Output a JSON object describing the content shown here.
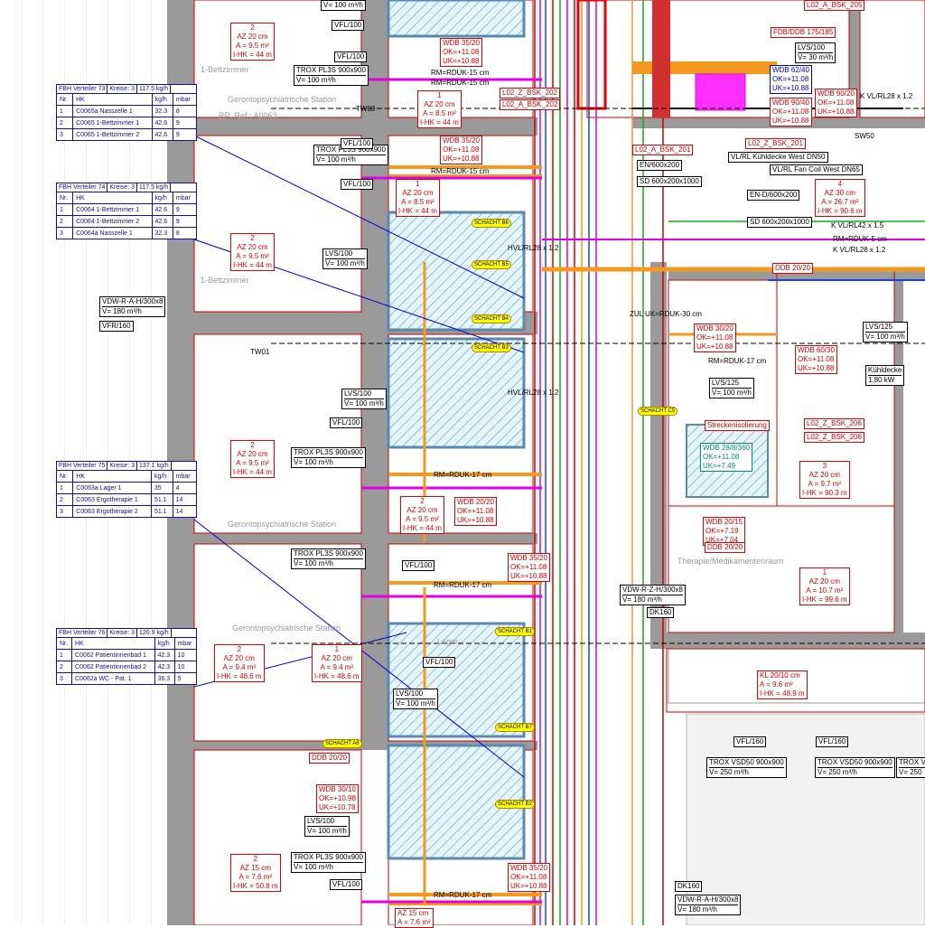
{
  "drawing_type": "HVAC floor plan",
  "colors": {
    "wall": "#9a9a9a",
    "room": "#d00000",
    "pipe_orange": "#f39a1e",
    "pipe_magenta": "#e000e0",
    "pipe_blue": "#1040ff",
    "pipe_green": "#10b010",
    "shaft_hatch": "#30a0d0",
    "table": "#1010a0"
  },
  "fbh_tables": [
    {
      "title": "FBH Verteiler 73",
      "circuits": "Kreise: 3",
      "flow": "117.5 kg/h",
      "headers": [
        "Nr.",
        "HK",
        "kg/h",
        "mbar"
      ],
      "rows": [
        [
          "1",
          "C0065a  Nasszelle 1",
          "32.3",
          "8"
        ],
        [
          "2",
          "C0065  1-Bettzimmer 1",
          "42.6",
          "9"
        ],
        [
          "3",
          "C0065  1-Bettzimmer 2",
          "42.6",
          "9"
        ]
      ]
    },
    {
      "title": "FBH Verteiler 74",
      "circuits": "Kreise: 3",
      "flow": "117.5 kg/h",
      "headers": [
        "Nr.",
        "HK",
        "kg/h",
        "mbar"
      ],
      "rows": [
        [
          "1",
          "C0064  1-Bettzimmer 1",
          "42.6",
          "9"
        ],
        [
          "2",
          "C0064  1-Bettzimmer 2",
          "42.6",
          "9"
        ],
        [
          "3",
          "C0064a  Nasszelle 1",
          "32.3",
          "8"
        ]
      ]
    },
    {
      "title": "FBH Verteiler 75",
      "circuits": "Kreise: 3",
      "flow": "137.1 kg/h",
      "headers": [
        "Nr.",
        "HK",
        "kg/h",
        "mbar"
      ],
      "rows": [
        [
          "1",
          "C0063a  Lager 1",
          "35",
          "4"
        ],
        [
          "2",
          "C0063  Ergotherapie 1",
          "51.1",
          "14"
        ],
        [
          "3",
          "C0063  Ergotherapie 2",
          "51.1",
          "14"
        ]
      ]
    },
    {
      "title": "FBH Verteiler 76",
      "circuits": "Kreise: 3",
      "flow": "120.9 kg/h",
      "headers": [
        "Nr.",
        "HK",
        "kg/h",
        "mbar"
      ],
      "rows": [
        [
          "1",
          "C0062  Patientinnenbad 1",
          "42.3",
          "10"
        ],
        [
          "2",
          "C0062  Patientinnenbad 2",
          "42.3",
          "10"
        ],
        [
          "3",
          "C0062a  WC - Pat. 1",
          "36.3",
          "5"
        ]
      ]
    }
  ],
  "labels": [
    {
      "kind": "black",
      "lines": [
        "V= 100 m³/h"
      ]
    },
    {
      "kind": "black",
      "lines": [
        "VFL/100"
      ]
    },
    {
      "kind": "black",
      "lines": [
        "TROX PL3S 900x900",
        "V= 100 m³/h"
      ]
    },
    {
      "kind": "black",
      "lines": [
        "VFL/100"
      ]
    },
    {
      "kind": "black",
      "lines": [
        "TROX PL3S 900x900",
        "V= 100 m³/h"
      ]
    },
    {
      "kind": "black",
      "lines": [
        "VFL/100"
      ]
    },
    {
      "kind": "black",
      "lines": [
        "VFL/100"
      ]
    },
    {
      "kind": "red",
      "lines": [
        "2",
        "AZ 20 cm",
        "A = 9.5 m²",
        "I-HK = 44 m"
      ]
    },
    {
      "kind": "red",
      "lines": [
        "WDB 35/20",
        "OK=+11.08",
        "UK=+10.88"
      ]
    },
    {
      "kind": "plain",
      "lines": [
        "RM=RDUK-15 cm"
      ]
    },
    {
      "kind": "plain",
      "lines": [
        "RM=RDUK-15 cm"
      ]
    },
    {
      "kind": "red",
      "lines": [
        "1",
        "AZ 20 cm",
        "A = 8.5 m²",
        "I-HK = 44 m"
      ]
    },
    {
      "kind": "red",
      "lines": [
        "L02_Z_BSK_202"
      ]
    },
    {
      "kind": "red",
      "lines": [
        "L02_A_BSK_202"
      ]
    },
    {
      "kind": "red",
      "lines": [
        "WDB 35/20",
        "OK=+11.08",
        "UK=+10.88"
      ]
    },
    {
      "kind": "plain",
      "lines": [
        "RM=RDUK-15 cm"
      ]
    },
    {
      "kind": "red",
      "lines": [
        "1",
        "AZ 20 cm",
        "A = 8.5 m²",
        "I-HK = 44 m"
      ]
    },
    {
      "kind": "red",
      "lines": [
        "2",
        "AZ 20 cm",
        "A = 9.5 m²",
        "I-HK = 44 m"
      ]
    },
    {
      "kind": "black",
      "lines": [
        "LVS/100",
        "V= 100 m³/h"
      ]
    },
    {
      "kind": "black",
      "lines": [
        "VDW-R-A-H/300x8",
        "V= 180 m³/h"
      ]
    },
    {
      "kind": "black",
      "lines": [
        "VFR/160"
      ]
    },
    {
      "kind": "black",
      "lines": [
        "LVS/100",
        "V= 100 m³/h"
      ]
    },
    {
      "kind": "black",
      "lines": [
        "VFL/100"
      ]
    },
    {
      "kind": "black",
      "lines": [
        "TROX PL3S 900x900",
        "V= 100 m³/h"
      ]
    },
    {
      "kind": "red",
      "lines": [
        "2",
        "AZ 20 cm",
        "A = 9.5 m²",
        "I-HK = 44 m"
      ]
    },
    {
      "kind": "red",
      "lines": [
        "2",
        "AZ 20 cm",
        "A = 9.5 m²",
        "I-HK = 44 m"
      ]
    },
    {
      "kind": "red",
      "lines": [
        "WDB 20/20",
        "OK=+11.08",
        "UK=+10.88"
      ]
    },
    {
      "kind": "plain",
      "lines": [
        "RM=RDUK-17 cm"
      ]
    },
    {
      "kind": "black",
      "lines": [
        "TROX PL3S 900x900",
        "V= 100 m³/h"
      ]
    },
    {
      "kind": "black",
      "lines": [
        "VFL/100"
      ]
    },
    {
      "kind": "plain",
      "lines": [
        "RM=RDUK-17 cm"
      ]
    },
    {
      "kind": "red",
      "lines": [
        "WDB 35/20",
        "OK=+11.08",
        "UK=+10.88"
      ]
    },
    {
      "kind": "red",
      "lines": [
        "2",
        "AZ 20 cm",
        "A = 9.4 m²",
        "I-HK = 48.6 m"
      ]
    },
    {
      "kind": "red",
      "lines": [
        "1",
        "AZ 20 cm",
        "A = 9.4 m²",
        "I-HK = 48.6 m"
      ]
    },
    {
      "kind": "black",
      "lines": [
        "VFL/100"
      ]
    },
    {
      "kind": "black",
      "lines": [
        "LVS/100",
        "V= 100 m³/h"
      ]
    },
    {
      "kind": "yellow",
      "lines": [
        "SCHACHT A6"
      ]
    },
    {
      "kind": "red",
      "lines": [
        "DDB 20/20"
      ]
    },
    {
      "kind": "red",
      "lines": [
        "WDB 30/10",
        "OK=+10.98",
        "UK=+10.78"
      ]
    },
    {
      "kind": "black",
      "lines": [
        "LVS/100",
        "V= 100 m³/h"
      ]
    },
    {
      "kind": "black",
      "lines": [
        "TROX PL3S 900x900",
        "V= 100 m³/h"
      ]
    },
    {
      "kind": "red",
      "lines": [
        "2",
        "AZ 15 cm",
        "A = 7.6 m²",
        "I-HK = 50.8 m"
      ]
    },
    {
      "kind": "black",
      "lines": [
        "VFL/100"
      ]
    },
    {
      "kind": "red",
      "lines": [
        "AZ 15 cm",
        "A = 7.6 m²"
      ]
    },
    {
      "kind": "red",
      "lines": [
        "WDB 35/20",
        "OK=+11.08",
        "UK=+10.88"
      ]
    },
    {
      "kind": "plain",
      "lines": [
        "RM=RDUK-17 cm"
      ]
    },
    {
      "kind": "black",
      "lines": [
        "VDW-R-Z-H/300x8",
        "V= 180 m³/h"
      ]
    },
    {
      "kind": "black",
      "lines": [
        "DK160"
      ]
    },
    {
      "kind": "black",
      "lines": [
        "DK160"
      ]
    },
    {
      "kind": "black",
      "lines": [
        "VDW-R-A-H/300x8",
        "V= 180 m³/h"
      ]
    },
    {
      "kind": "black",
      "lines": [
        "VFL/160"
      ]
    },
    {
      "kind": "black",
      "lines": [
        "VFL/160"
      ]
    },
    {
      "kind": "black",
      "lines": [
        "TROX VSD50 900x900",
        "V= 250 m³/h"
      ]
    },
    {
      "kind": "black",
      "lines": [
        "TROX VSD50 900x900",
        "V= 250 m³/h"
      ]
    },
    {
      "kind": "black",
      "lines": [
        "TROX V",
        "V= 250"
      ]
    },
    {
      "kind": "red",
      "lines": [
        "FDB/DDB 175/185"
      ]
    },
    {
      "kind": "black",
      "lines": [
        "LVS/100",
        "V= 30 m³/h"
      ]
    },
    {
      "kind": "blue",
      "lines": [
        "WDB 62/40",
        "OK=+11.08",
        "UK=+10.88"
      ]
    },
    {
      "kind": "red",
      "lines": [
        "WDB 90/40",
        "OK=+11.08",
        "UK=+10.88"
      ]
    },
    {
      "kind": "red",
      "lines": [
        "WDB 90/20",
        "OK=+11.08",
        "UK=+10.88"
      ]
    },
    {
      "kind": "plain",
      "lines": [
        "K VL/RL28 x 1.2"
      ]
    },
    {
      "kind": "red",
      "lines": [
        "L02_Z_BSK_201"
      ]
    },
    {
      "kind": "black",
      "lines": [
        "VL/RL Kühldecke West DN50"
      ]
    },
    {
      "kind": "black",
      "lines": [
        "VL/RL Fan Coil West DN65"
      ]
    },
    {
      "kind": "black",
      "lines": [
        "EN-D/600x200"
      ]
    },
    {
      "kind": "red",
      "lines": [
        "4",
        "AZ 30 cm",
        "A = 26.7 m²",
        "I-HK = 90.6 m"
      ]
    },
    {
      "kind": "black",
      "lines": [
        "SD 600x200x1000"
      ]
    },
    {
      "kind": "plain",
      "lines": [
        "K VL/RL42 x 1.5"
      ]
    },
    {
      "kind": "plain",
      "lines": [
        "RM=RDUK-5 cm"
      ]
    },
    {
      "kind": "plain",
      "lines": [
        "K VL/RL28 x 1.2"
      ]
    },
    {
      "kind": "red",
      "lines": [
        "DDB 20/20"
      ]
    },
    {
      "kind": "black",
      "lines": [
        "LVS/125",
        "V= 100 m³/h"
      ]
    },
    {
      "kind": "black",
      "lines": [
        "Kühldecke",
        "1.80 kW"
      ]
    },
    {
      "kind": "red",
      "lines": [
        "L02_Z_BSK_206"
      ]
    },
    {
      "kind": "red",
      "lines": [
        "L02_Z_BSK_206"
      ]
    },
    {
      "kind": "red",
      "lines": [
        "3",
        "AZ 20 cm",
        "A = 9.7 m²",
        "I-HK = 90.3 m"
      ]
    },
    {
      "kind": "red",
      "lines": [
        "1",
        "AZ 20 cm",
        "A = 10.7 m²",
        "I-HK = 99.6 m"
      ]
    },
    {
      "kind": "red",
      "lines": [
        "WDB 20/15",
        "OK=+7.19",
        "UK=+7.04"
      ]
    },
    {
      "kind": "red",
      "lines": [
        "DDB 20/20"
      ]
    },
    {
      "kind": "teal",
      "lines": [
        "WDB 28/8/360",
        "OK=+11.08",
        "UK=+7.49"
      ]
    },
    {
      "kind": "red",
      "lines": [
        "Streckenisolierung"
      ]
    },
    {
      "kind": "black",
      "lines": [
        "LVS/125",
        "V= 100 m³/h"
      ]
    },
    {
      "kind": "red",
      "lines": [
        "WDB 30/20",
        "OK=+11.08",
        "UK=+10.88"
      ]
    },
    {
      "kind": "red",
      "lines": [
        "WDB 60/30",
        "OK=+11.08",
        "UK=+10.88"
      ]
    },
    {
      "kind": "plain",
      "lines": [
        "RM=RDUK-17 cm"
      ]
    },
    {
      "kind": "red",
      "lines": [
        "KL 20/10 cm",
        "A = 9.6 m²",
        "I-HK = 48.9 m"
      ]
    },
    {
      "kind": "red",
      "lines": [
        "L02_A_BSK_201"
      ]
    },
    {
      "kind": "red",
      "lines": [
        "L02_A_BSK_205"
      ]
    },
    {
      "kind": "black",
      "lines": [
        "EN/600x200"
      ]
    },
    {
      "kind": "black",
      "lines": [
        "SD 600x200x1000"
      ]
    },
    {
      "kind": "plain",
      "lines": [
        "ZUL UK=RDUK-30 cm"
      ]
    },
    {
      "kind": "yellow",
      "lines": [
        "SCHACHT C5"
      ]
    },
    {
      "kind": "yellow",
      "lines": [
        "SCHACHT B6"
      ]
    },
    {
      "kind": "yellow",
      "lines": [
        "SCHACHT B5"
      ]
    },
    {
      "kind": "yellow",
      "lines": [
        "SCHACHT B4"
      ]
    },
    {
      "kind": "yellow",
      "lines": [
        "SCHACHT B3"
      ]
    },
    {
      "kind": "yellow",
      "lines": [
        "SCHACHT B7"
      ]
    },
    {
      "kind": "yellow",
      "lines": [
        "SCHACHT B2"
      ]
    },
    {
      "kind": "yellow",
      "lines": [
        "SCHACHT B1"
      ]
    },
    {
      "kind": "plain",
      "lines": [
        "HVL/RL28 x 1.2"
      ]
    },
    {
      "kind": "plain",
      "lines": [
        "HVL/RL28 x 1.2"
      ]
    },
    {
      "kind": "plain",
      "lines": [
        "SW50"
      ]
    },
    {
      "kind": "gray",
      "lines": [
        "1-Bettzimmer"
      ]
    },
    {
      "kind": "gray",
      "lines": [
        "Gerontopsychiatrische Station"
      ]
    },
    {
      "kind": "gray",
      "lines": [
        "1-Bettzimmer"
      ]
    },
    {
      "kind": "gray",
      "lines": [
        "Gerontopsychiatrische Station"
      ]
    },
    {
      "kind": "gray",
      "lines": [
        "Gerontopsychiatrische Station"
      ]
    },
    {
      "kind": "gray",
      "lines": [
        "Therapie/Medikamentenraum"
      ]
    },
    {
      "kind": "gray",
      "lines": [
        "Lager"
      ]
    },
    {
      "kind": "gray",
      "lines": [
        "RP: Ref.: A0063"
      ]
    },
    {
      "kind": "plain",
      "lines": [
        "TW01"
      ]
    },
    {
      "kind": "plain",
      "lines": [
        "TW03"
      ]
    }
  ]
}
